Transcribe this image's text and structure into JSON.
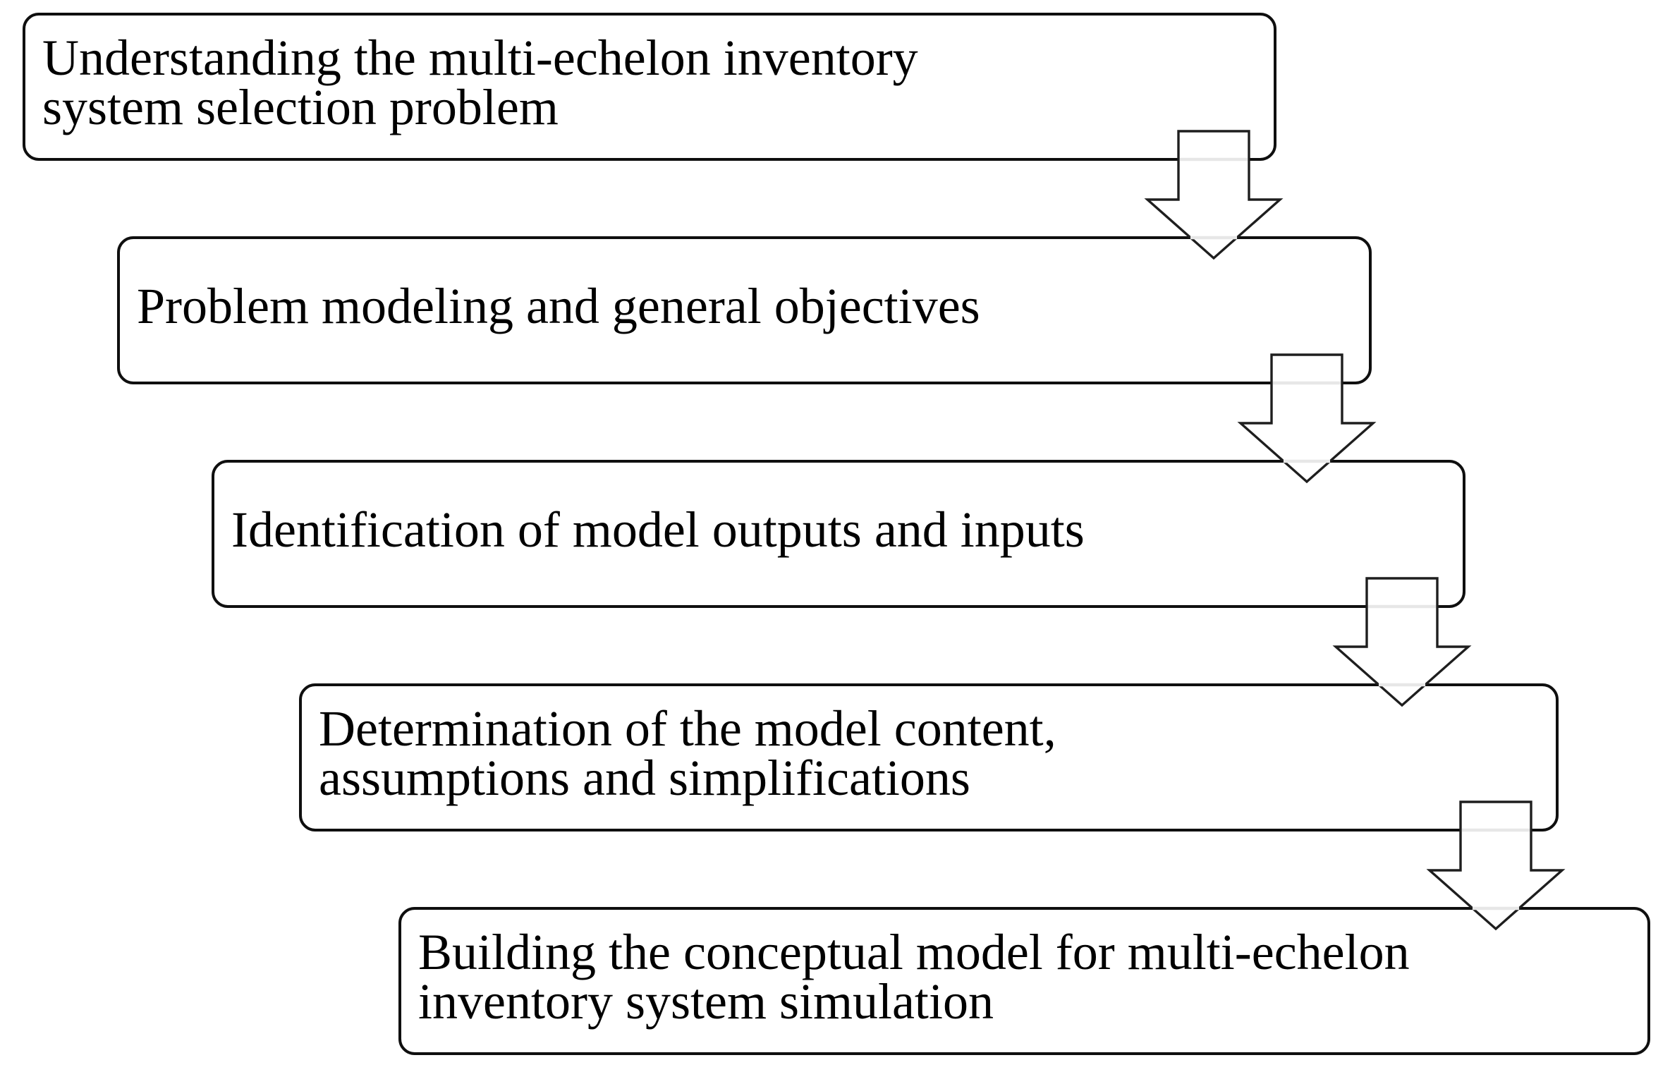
{
  "diagram": {
    "title": "",
    "type": "flowchart",
    "direction": "top-down",
    "steps": [
      {
        "index": 1,
        "label": "Understanding the multi-echelon inventory\nsystem selection problem"
      },
      {
        "index": 2,
        "label": "Problem modeling and general objectives"
      },
      {
        "index": 3,
        "label": "Identification of model outputs and inputs"
      },
      {
        "index": 4,
        "label": "Determination of the model content,\nassumptions and simplifications"
      },
      {
        "index": 5,
        "label": "Building the conceptual model for multi-echelon\ninventory system simulation"
      }
    ],
    "connectors": [
      {
        "from": 1,
        "to": 2,
        "shape": "block-arrow",
        "direction": "down"
      },
      {
        "from": 2,
        "to": 3,
        "shape": "block-arrow",
        "direction": "down"
      },
      {
        "from": 3,
        "to": 4,
        "shape": "block-arrow",
        "direction": "down"
      },
      {
        "from": 4,
        "to": 5,
        "shape": "block-arrow",
        "direction": "down"
      }
    ],
    "colors": {
      "background": "#ffffff",
      "box_fill": "#ffffff",
      "box_border": "#0f0f0f",
      "arrow_fill": "#ffffff",
      "arrow_outline": "#1e1e1e",
      "text": "#000000"
    }
  }
}
